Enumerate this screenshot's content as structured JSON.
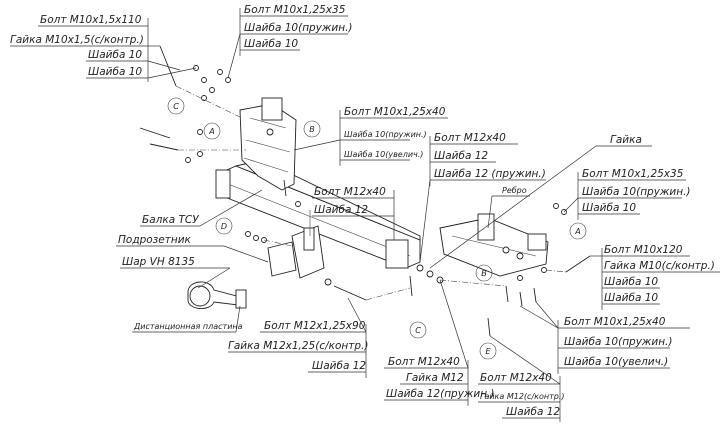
{
  "labels": {
    "top_left_bolt": "Болт М10х1,5х110",
    "top_left_nut": "Гайка М10х1,5(с/контр.)",
    "top_left_washer1": "Шайба 10",
    "top_left_washer2": "Шайба 10",
    "top_mid_bolt": "Болт М10х1,25х35",
    "top_mid_washer_spring": "Шайба 10(пружин.)",
    "top_mid_washer": "Шайба 10",
    "bracket_bolt": "Болт М10х1,25х40",
    "bracket_washer_spring": "Шайба 10(пружин.)",
    "bracket_washer_enl": "Шайба 10(увелич.)",
    "center_bolt": "Болт М12х40",
    "center_washer": "Шайба 12",
    "center_washer_spring": "Шайба 12 (пружин.)",
    "nut": "Гайка",
    "right_bolt": "Болт М10х1,25х35",
    "right_washer_spring": "Шайба 10(пружин.)",
    "right_washer": "Шайба 10",
    "rib": "Ребро",
    "beam_bolt": "Болт М12х40",
    "beam_washer": "Шайба 12",
    "beam": "Балка ТСУ",
    "socket_holder": "Подрозетник",
    "ball": "Шар VH 8135",
    "spacer_plate": "Дистанционная пластина",
    "bottom_bolt": "Болт М12х1,25х90",
    "bottom_nut": "Гайка М12х1,25(с/контр.)",
    "bottom_washer": "Шайба 12",
    "right_side_bolt": "Болт М10х120",
    "right_side_nut": "Гайка М10(с/контр.)",
    "right_side_washer1": "Шайба 10",
    "right_side_washer2": "Шайба 10",
    "lower_right_bolt": "Болт М10х1,25х40",
    "lower_right_washer_spring": "Шайба 10(пружин.)",
    "lower_right_washer_enl": "Шайба 10(увелич.)",
    "bottom_center_bolt": "Болт М12х40",
    "bottom_center_nut": "Гайка М12",
    "bottom_center_washer_spring": "Шайба 12(пружин.)",
    "bottom_right_bolt": "Болт М12х40",
    "bottom_right_nut": "Гайка М12(с/контр.)",
    "bottom_right_washer": "Шайба 12"
  },
  "callouts": {
    "a1": "A",
    "a2": "A",
    "b1": "B",
    "b2": "B",
    "c1": "C",
    "c2": "C",
    "d1": "D",
    "e1": "E"
  }
}
